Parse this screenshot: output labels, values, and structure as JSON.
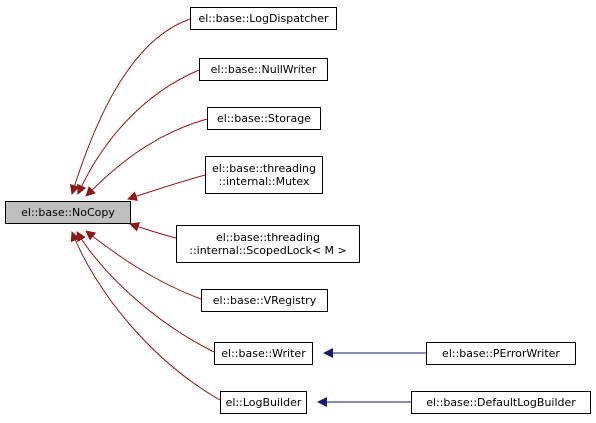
{
  "root": {
    "label": "el::base::NoCopy"
  },
  "derived": [
    {
      "lines": [
        "el::base::LogDispatcher"
      ]
    },
    {
      "lines": [
        "el::base::NullWriter"
      ]
    },
    {
      "lines": [
        "el::base::Storage"
      ]
    },
    {
      "lines": [
        "el::base::threading",
        "::internal::Mutex"
      ]
    },
    {
      "lines": [
        "el::base::threading",
        "::internal::ScopedLock< M >"
      ]
    },
    {
      "lines": [
        "el::base::VRegistry"
      ]
    },
    {
      "lines": [
        "el::base::Writer"
      ]
    },
    {
      "lines": [
        "el::LogBuilder"
      ]
    }
  ],
  "second_level": [
    {
      "lines": [
        "el::base::PErrorWriter"
      ],
      "parent_index": 6
    },
    {
      "lines": [
        "el::base::DefaultLogBuilder"
      ],
      "parent_index": 7
    }
  ],
  "colors": {
    "root_fill": "#bfbfbf",
    "inherit_edge_direct": "#8b1a1a",
    "inherit_edge_second": "#191970"
  }
}
